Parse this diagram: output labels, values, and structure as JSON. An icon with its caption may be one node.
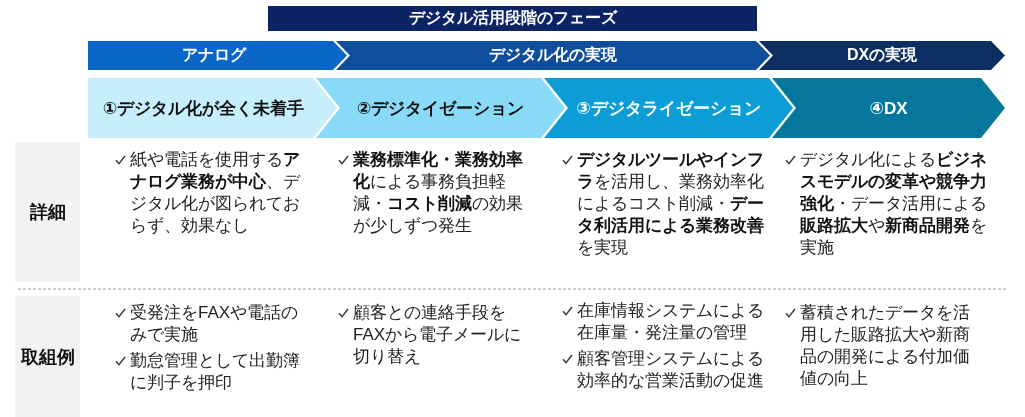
{
  "diagram": {
    "title": "デジタル活用段階のフェーズ",
    "nodes": [
      {
        "text": [
          "アナログ"
        ]
      },
      {
        "text": [
          "デジタル化の実現"
        ]
      },
      {
        "text": [
          "DXの実現"
        ]
      },
      {
        "text": [
          "①デジタル化が全く未着手"
        ]
      },
      {
        "text": [
          "②デジタイゼーション"
        ]
      },
      {
        "text": [
          "③デジタライゼーション"
        ]
      },
      {
        "text": [
          "④DX"
        ]
      },
      {
        "text": [
          "詳細"
        ]
      },
      {
        "text": [
          "取組例"
        ]
      }
    ],
    "labels": [
      "紙や電話を使用する**アナログ業務が中心**、デジタル化が図られておらず、効果なし",
      "**業務標準化・業務効率化**による事務負担軽減・**コスト削減**の効果が少しずつ発生",
      "**デジタルツールやインフラ**を活用し、業務効率化によるコスト削減・**データ利活用による業務改善**を実現",
      "デジタル化による**ビジネスモデルの変革や競争力強化**・データ活用による**販路拡大**や**新商品開発**を実施",
      "受発注をFAXや電話のみで実施",
      "勤怠管理として出勤簿に判子を押印",
      "顧客との連絡手段をFAXから電子メールに切り替え",
      "在庫情報システムによる在庫量・発注量の管理",
      "顧客管理システムによる効率的な営業活動の促進",
      "蓄積されたデータを活用した販路拡大や新商品の開発による付加価値の向上"
    ]
  }
}
